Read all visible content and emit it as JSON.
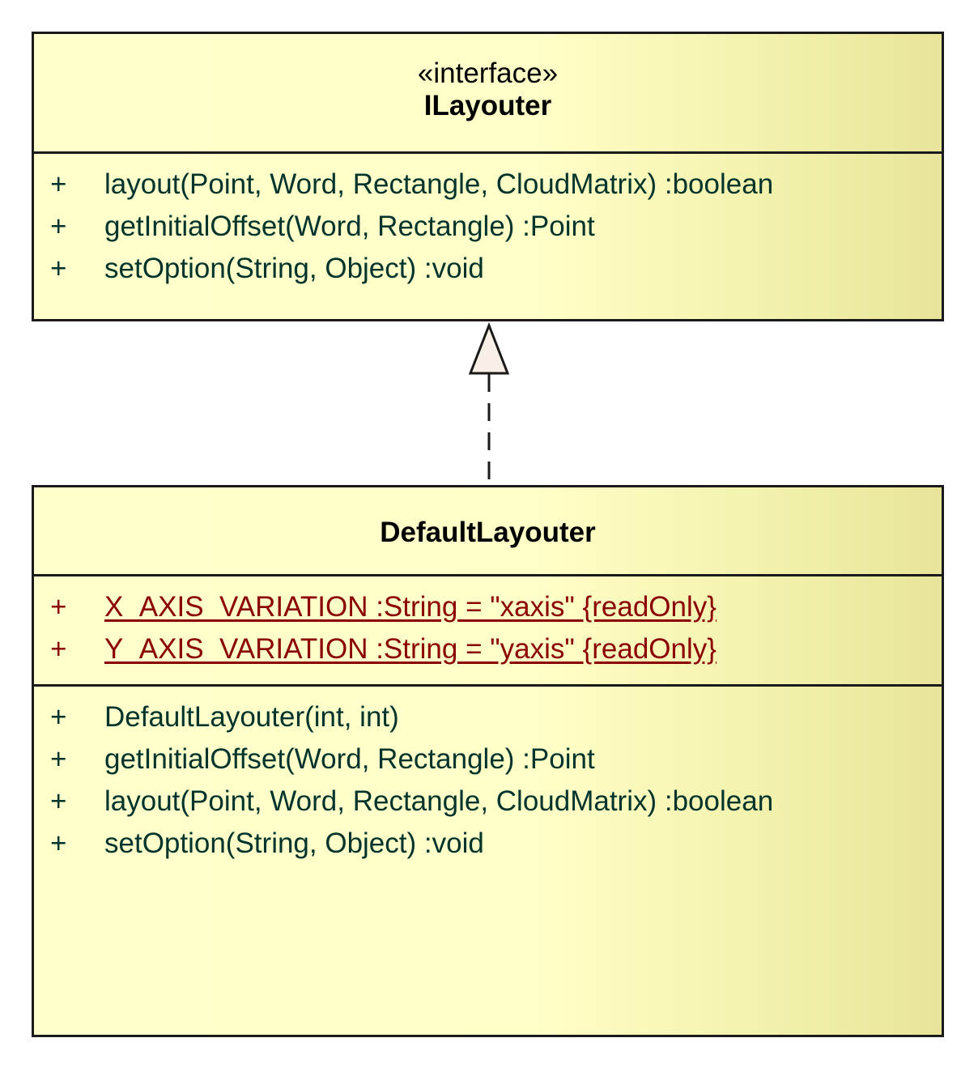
{
  "interface_class": {
    "stereotype": "«interface»",
    "name": "ILayouter",
    "operations": [
      {
        "visibility": "+",
        "signature": "layout(Point, Word, Rectangle, CloudMatrix)  :boolean"
      },
      {
        "visibility": "+",
        "signature": "getInitialOffset(Word, Rectangle)  :Point"
      },
      {
        "visibility": "+",
        "signature": "setOption(String, Object)  :void"
      }
    ]
  },
  "implementing_class": {
    "name": "DefaultLayouter",
    "attributes": [
      {
        "visibility": "+",
        "signature": "X_AXIS_VARIATION  :String = \"xaxis\" {readOnly}"
      },
      {
        "visibility": "+",
        "signature": "Y_AXIS_VARIATION  :String = \"yaxis\" {readOnly}"
      }
    ],
    "operations": [
      {
        "visibility": "+",
        "signature": "DefaultLayouter(int, int)"
      },
      {
        "visibility": "+",
        "signature": "getInitialOffset(Word, Rectangle)  :Point"
      },
      {
        "visibility": "+",
        "signature": "layout(Point, Word, Rectangle, CloudMatrix)  :boolean"
      },
      {
        "visibility": "+",
        "signature": "setOption(String, Object)  :void"
      }
    ]
  },
  "relationship": {
    "type": "realization"
  },
  "colors": {
    "class_fill": "#ffffcc",
    "class_fill_edge": "#e8e49a",
    "border": "#1a1a1a",
    "member_text": "#00332b",
    "static_text": "#8b0000",
    "arrowhead_fill": "#f8f0e6"
  }
}
